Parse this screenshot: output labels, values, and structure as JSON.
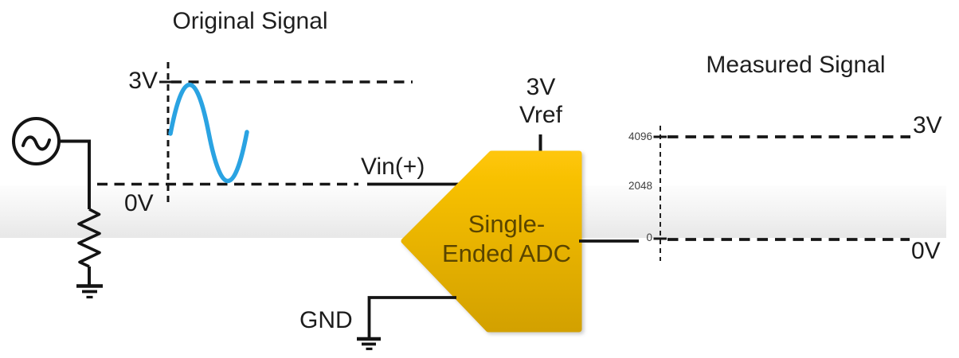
{
  "original_signal": {
    "title": "Original Signal",
    "y_top_label": "3V",
    "y_bottom_label": "0V",
    "waveform": {
      "type": "sine",
      "min_level": "0V",
      "max_level": "3V",
      "cycles": 1,
      "color": "#2AA3E2"
    }
  },
  "source_circuit": {
    "icons": {
      "ac_source": "ac-source-icon",
      "resistor": "resistor-icon",
      "ground": "ground-icon"
    }
  },
  "adc": {
    "vref_value": "3V",
    "vref_label": "Vref",
    "vin_label": "Vin(+)",
    "gnd_label": "GND",
    "name_line1": "Single-",
    "name_line2": "Ended ADC",
    "fill_top": "#FEC607",
    "fill_bottom": "#D3A100",
    "text_color": "#5A4500"
  },
  "measured_signal": {
    "title": "Measured Signal",
    "ticks": [
      {
        "label": "4096"
      },
      {
        "label": "2048"
      },
      {
        "label": "0"
      }
    ],
    "y_top_label": "3V",
    "y_bottom_label": "0V",
    "code_range": [
      0,
      4096
    ],
    "voltage_range": [
      "0V",
      "3V"
    ]
  },
  "colors": {
    "line_black": "#141414",
    "signal_blue": "#2AA3E2",
    "band_gray": "#E7E7E7"
  }
}
